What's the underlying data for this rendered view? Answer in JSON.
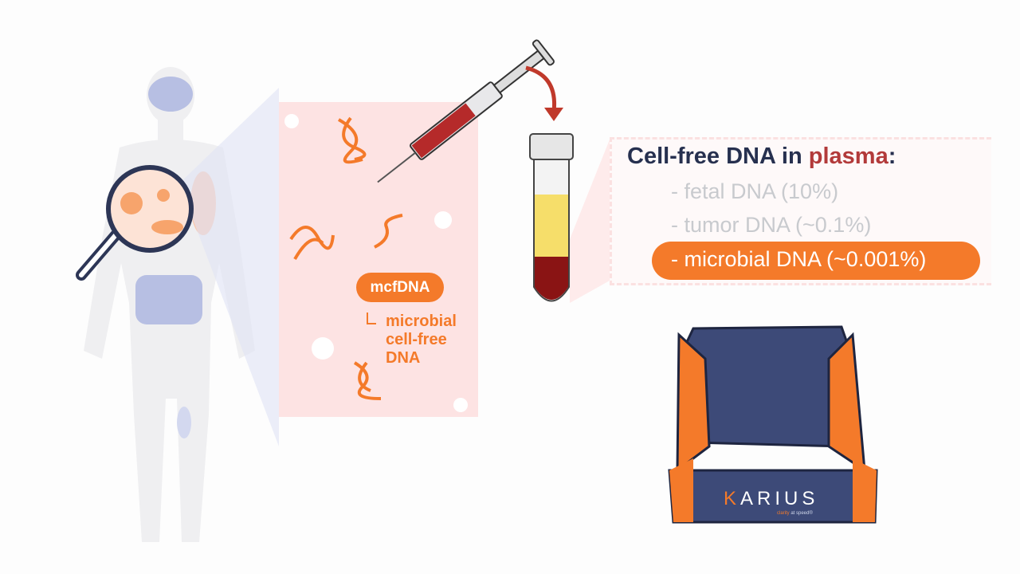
{
  "callout": {
    "title_prefix": "Cell-free DNA in ",
    "title_accent": "plasma",
    "title_suffix": ":",
    "items": [
      "- fetal DNA (10%)",
      "- tumor DNA (~0.1%)"
    ],
    "highlighted_item": "- microbial DNA (~0.001%)"
  },
  "panel": {
    "badge": "mcfDNA",
    "definition": [
      "microbial",
      "cell-free",
      "DNA"
    ]
  },
  "box": {
    "brand_first": "K",
    "brand_rest": "ARIUS",
    "tagline_accent": "clarity",
    "tagline_rest": " at speed®"
  },
  "colors": {
    "accent": "#f47a2a",
    "navy": "#26304f",
    "plasma": "#b23a3a",
    "panel": "#fde3e3"
  }
}
